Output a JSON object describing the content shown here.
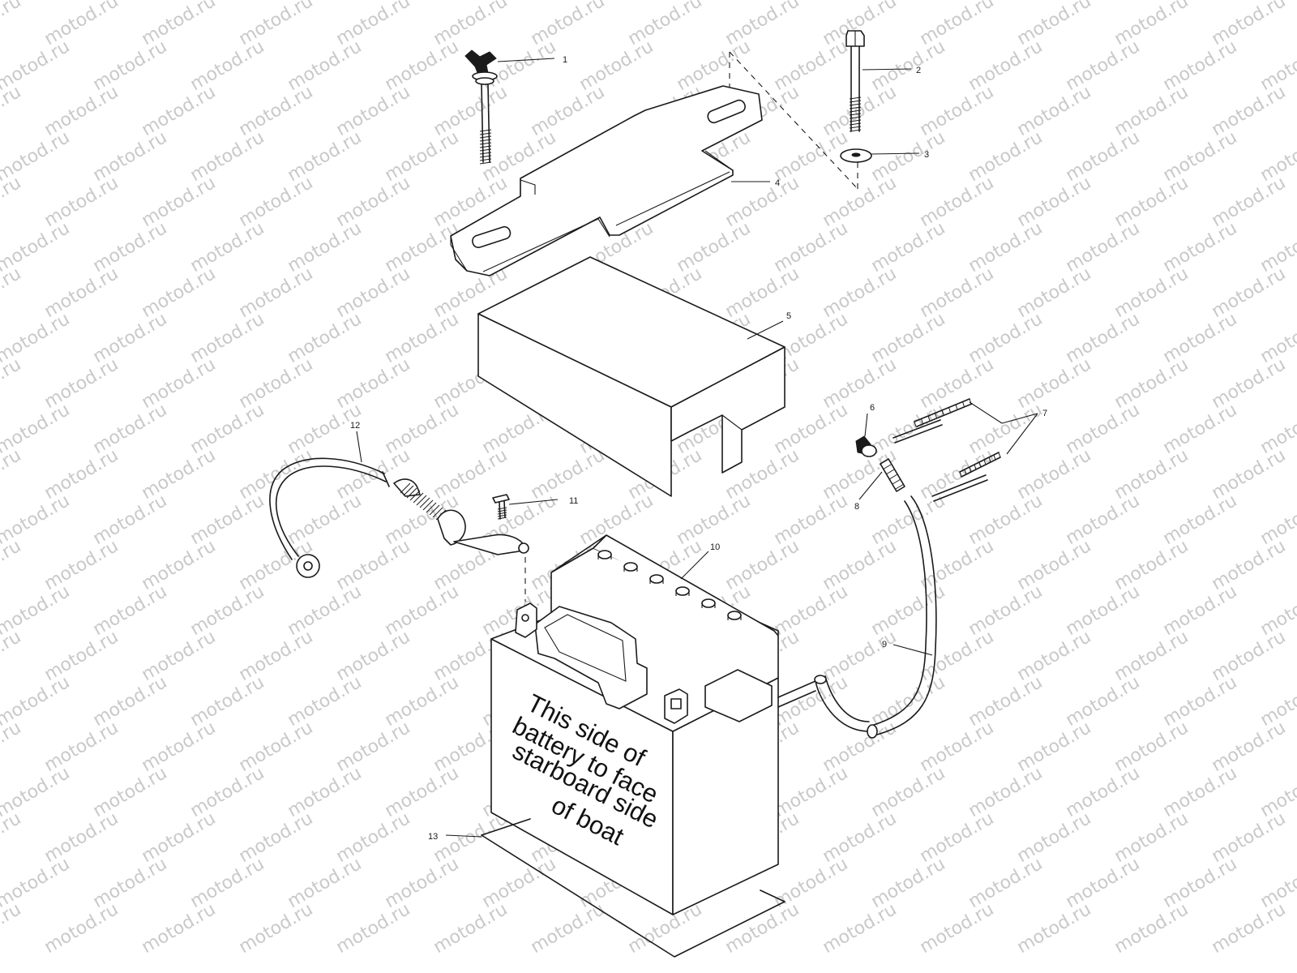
{
  "watermark": "motod.ru",
  "parts": [
    {
      "number": "1"
    },
    {
      "number": "2"
    },
    {
      "number": "3"
    },
    {
      "number": "4"
    },
    {
      "number": "5"
    },
    {
      "number": "6"
    },
    {
      "number": "7"
    },
    {
      "number": "8"
    },
    {
      "number": "9"
    },
    {
      "number": "10"
    },
    {
      "number": "11"
    },
    {
      "number": "12"
    },
    {
      "number": "13"
    }
  ],
  "battery_label": {
    "lines": [
      "This side of",
      "battery to face",
      "starboard side",
      "of boat"
    ]
  }
}
